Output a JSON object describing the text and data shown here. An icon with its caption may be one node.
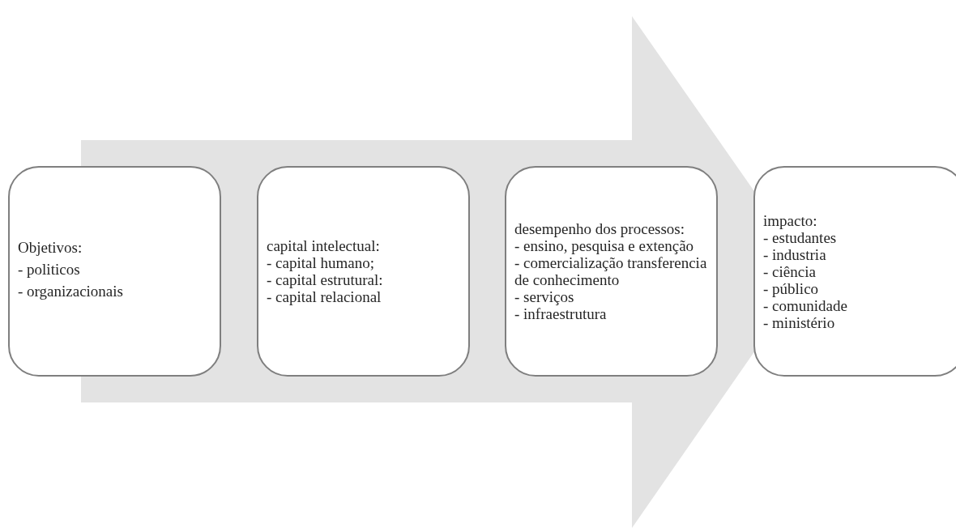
{
  "diagram": {
    "nodes": [
      {
        "text": [
          "Objetivos:",
          "- politicos",
          "- organizacionais"
        ]
      },
      {
        "text": [
          "capital intelectual:",
          "- capital humano;",
          "- capital estrutural:",
          "- capital relacional"
        ]
      },
      {
        "text": [
          "desempenho dos processos:",
          "- ensino, pesquisa e extenção",
          "- comercialização transferencia de conhecimento",
          "- serviços",
          "- infraestrutura"
        ]
      },
      {
        "text": [
          "impacto:",
          "- estudantes",
          "- industria",
          "- ciência",
          "- público",
          "- comunidade",
          "- ministério"
        ]
      }
    ],
    "edges": [
      {
        "from": 0,
        "to": 3,
        "arrow": "to"
      }
    ]
  }
}
